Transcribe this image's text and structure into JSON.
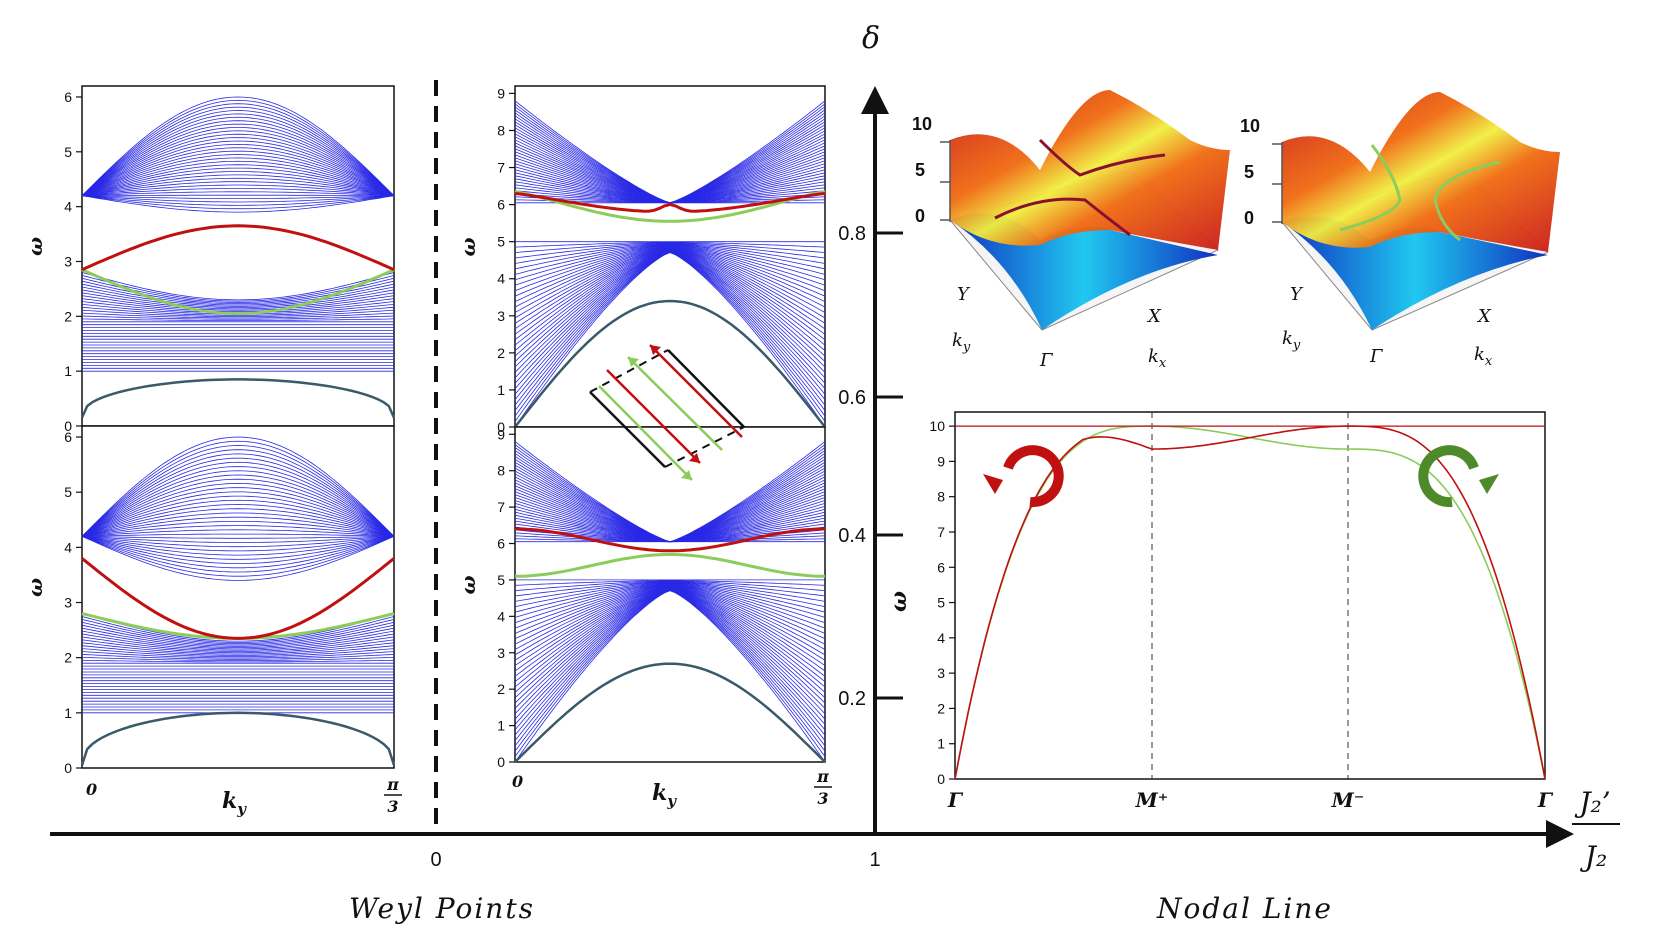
{
  "colors": {
    "band_bulk": "#2828e6",
    "edge_red": "#c01010",
    "edge_green": "#8ccc5a",
    "edge_dark": "#3a5a6a",
    "arrow_dark_green": "#4f8a2a"
  },
  "main_axes": {
    "y_label": "δ",
    "y_ticks": [
      "0.2",
      "0.4",
      "0.6",
      "0.8"
    ],
    "x_ticks": [
      "0",
      "1"
    ],
    "x_label_num": "J₂’",
    "x_label_den": "J₂"
  },
  "regions": {
    "left": "Weyl Points",
    "right": "Nodal Line"
  },
  "band_panels": {
    "y_label": "ω",
    "x_label": "k",
    "x_label_sub": "y",
    "x_start": "0",
    "x_end_num": "π",
    "x_end_den": "3",
    "left_yticks": [
      "0",
      "1",
      "2",
      "3",
      "4",
      "5",
      "6"
    ],
    "mid_yticks": [
      "0",
      "1",
      "2",
      "3",
      "4",
      "5",
      "6",
      "7",
      "8",
      "9"
    ]
  },
  "surface_plots": {
    "left_zticks": [
      "0",
      "5",
      "10"
    ],
    "right_zticks": [
      "0",
      "5",
      "10"
    ],
    "label_Y": "Y",
    "label_X": "X",
    "label_Gamma": "Γ",
    "label_ky_main": "k",
    "label_ky_sub": "y",
    "label_kx_main": "k",
    "label_kx_sub": "x"
  },
  "path_chart": {
    "y_label": "ω",
    "y_ticks": [
      "0",
      "1",
      "2",
      "3",
      "4",
      "5",
      "6",
      "7",
      "8",
      "9",
      "10"
    ],
    "x_ticks": [
      "Γ",
      "M⁺",
      "M⁻",
      "Γ"
    ]
  },
  "chart_data": {
    "type": "line",
    "x": [
      "Γ",
      "M⁺",
      "M⁻",
      "Γ"
    ],
    "ylim": [
      0,
      10
    ],
    "ylabel": "ω",
    "series": [
      {
        "values_at_ticks": [
          0,
          10.0,
          9.35,
          0
        ]
      },
      {
        "values_at_ticks": [
          0,
          9.35,
          10.0,
          0
        ]
      }
    ]
  }
}
